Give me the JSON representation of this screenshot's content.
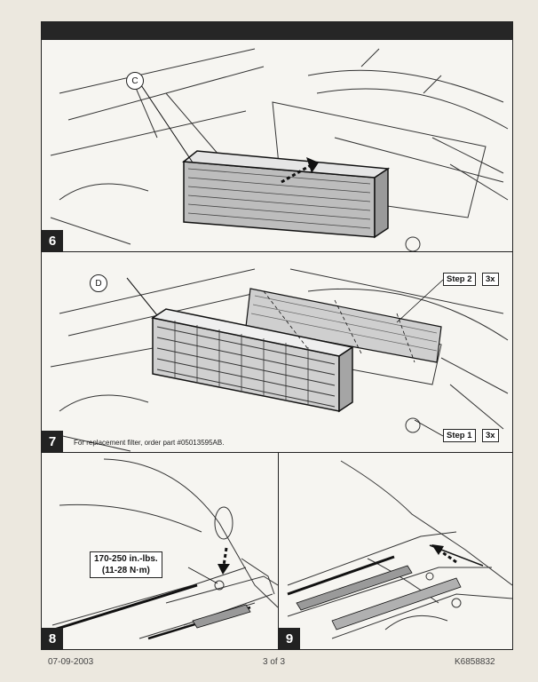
{
  "panel6": {
    "number": "6",
    "callout": "C"
  },
  "panel7": {
    "number": "7",
    "callout": "D",
    "note": "For replacement filter, order part #05013595AB.",
    "step2": "Step 2",
    "step2_count": "3x",
    "step1": "Step 1",
    "step1_count": "3x"
  },
  "panel8": {
    "number": "8",
    "torque_line1": "170-250 in.-lbs.",
    "torque_line2": "(11-28 N·m)"
  },
  "panel9": {
    "number": "9"
  },
  "footer": {
    "date": "07-09-2003",
    "page": "3 of 3",
    "doc_id": "K6858832"
  }
}
